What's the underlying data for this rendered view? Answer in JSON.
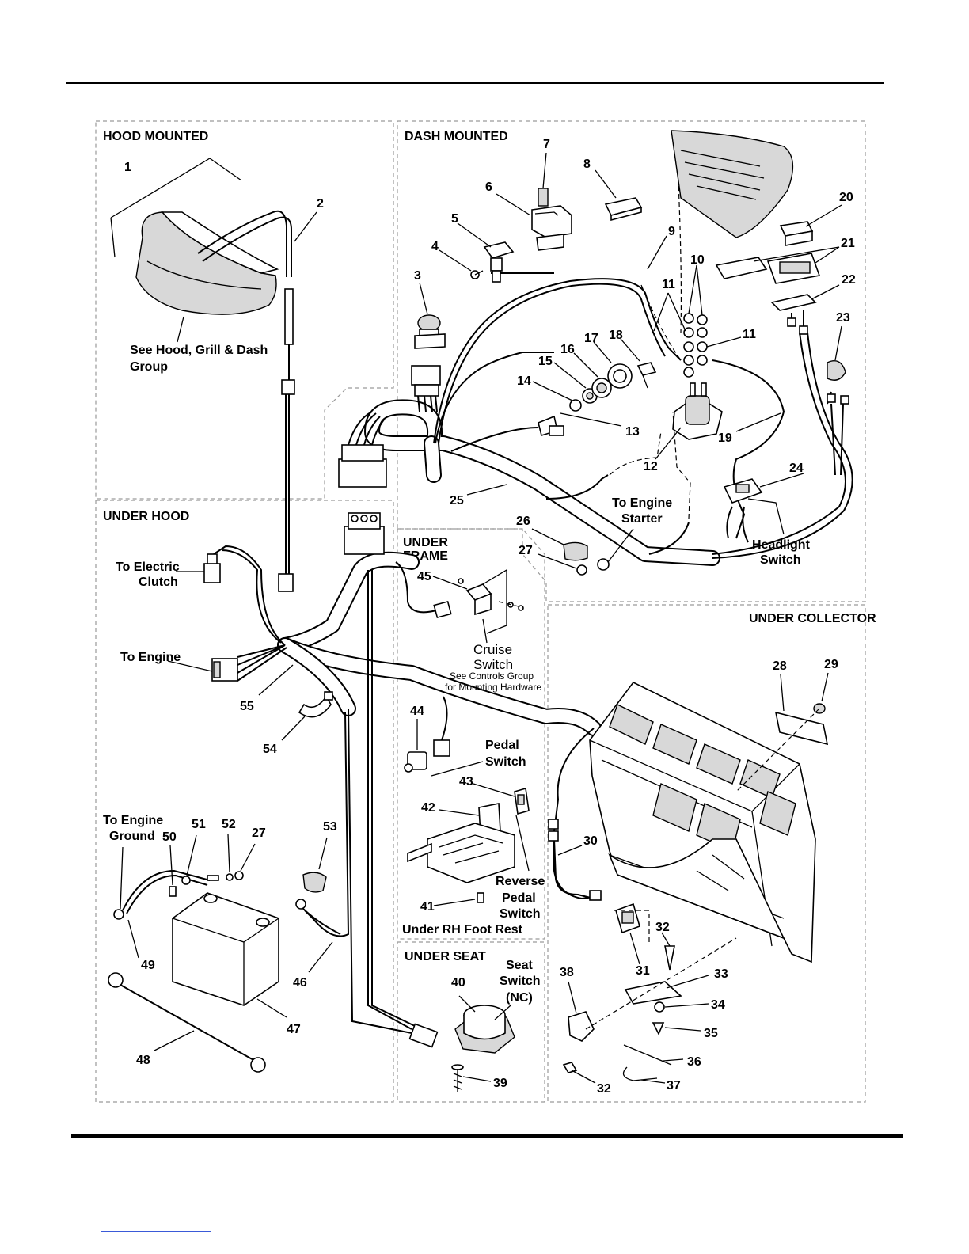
{
  "sections": {
    "hood_mounted": "HOOD MOUNTED",
    "dash_mounted": "DASH MOUNTED",
    "under_hood": "UNDER HOOD",
    "under_frame": "UNDER\nFRAME",
    "under_frame_1": "UNDER",
    "under_frame_2": "FRAME",
    "under_collector": "UNDER COLLECTOR",
    "under_seat": "UNDER SEAT",
    "under_rh_foot_rest": "Under RH Foot Rest"
  },
  "callouts": {
    "hood_note_1": "See Hood, Grill & Dash",
    "hood_note_2": "Group",
    "to_electric_1": "To Electric",
    "to_electric_2": "Clutch",
    "to_engine": "To Engine",
    "to_engine_starter_1": "To Engine",
    "to_engine_starter_2": "Starter",
    "headlight_1": "Headlight",
    "headlight_2": "Switch",
    "cruise_1": "Cruise",
    "cruise_2": "Switch",
    "cruise_note_1": "See Controls Group",
    "cruise_note_2": "for Mounting Hardware",
    "pedal_1": "Pedal",
    "pedal_2": "Switch",
    "reverse_1": "Reverse",
    "reverse_2": "Pedal",
    "reverse_3": "Switch",
    "seat_1": "Seat",
    "seat_2": "Switch",
    "seat_3": "(NC)",
    "ground_1": "To Engine",
    "ground_2": "Ground"
  },
  "part_numbers": [
    "1",
    "2",
    "3",
    "4",
    "5",
    "6",
    "7",
    "8",
    "9",
    "10",
    "11",
    "11",
    "12",
    "13",
    "14",
    "15",
    "16",
    "17",
    "18",
    "19",
    "20",
    "21",
    "22",
    "23",
    "24",
    "25",
    "26",
    "27",
    "27",
    "28",
    "29",
    "30",
    "31",
    "32",
    "32",
    "33",
    "34",
    "35",
    "36",
    "37",
    "38",
    "39",
    "40",
    "41",
    "42",
    "43",
    "44",
    "45",
    "46",
    "47",
    "48",
    "49",
    "50",
    "51",
    "52",
    "53",
    "54",
    "55"
  ]
}
